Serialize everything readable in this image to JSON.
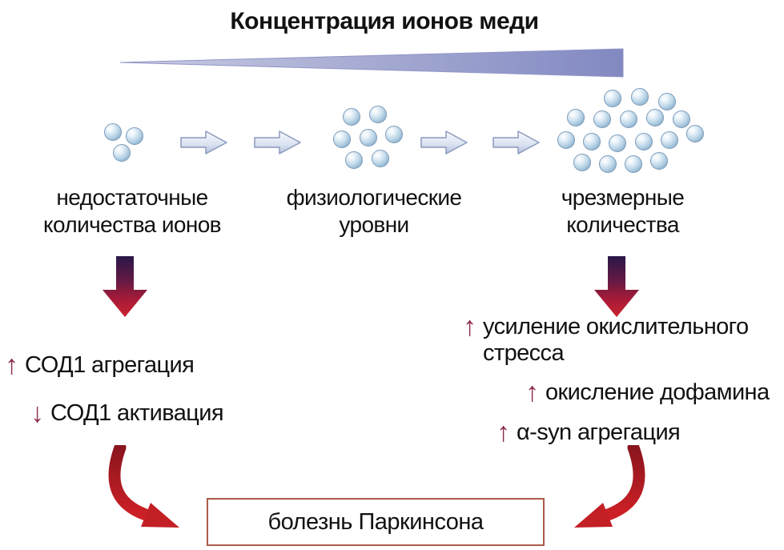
{
  "title": "Концентрация ионов меди",
  "glyphs": {
    "up": "↑",
    "down": "↓"
  },
  "clusters": {
    "low": {
      "line1": "недостаточные",
      "line2": "количества ионов"
    },
    "normal": {
      "line1": "физиологические",
      "line2": "уровни"
    },
    "high": {
      "line1": "чрезмерные",
      "line2": "количества"
    }
  },
  "left_effects": [
    {
      "direction": "up",
      "text": "СОД1 агрегация"
    },
    {
      "direction": "down",
      "text": "СОД1 активация"
    }
  ],
  "right_effects": [
    {
      "direction": "up",
      "text": "усиление окислительного стресса"
    },
    {
      "direction": "up",
      "text": "окисление дофамина"
    },
    {
      "direction": "up",
      "text": "α-syn агрегация"
    }
  ],
  "outcome": "болезнь Паркинсона",
  "colors": {
    "wedge": "#8a90c6",
    "sphere": "#9fc3de",
    "effect_arrow": "#8e2c50",
    "down_arrow_top": "#2a1748",
    "down_arrow_bottom": "#cb2331",
    "curved_arrow_red": "#c32026",
    "outcome_border": "#ad5a4a"
  }
}
